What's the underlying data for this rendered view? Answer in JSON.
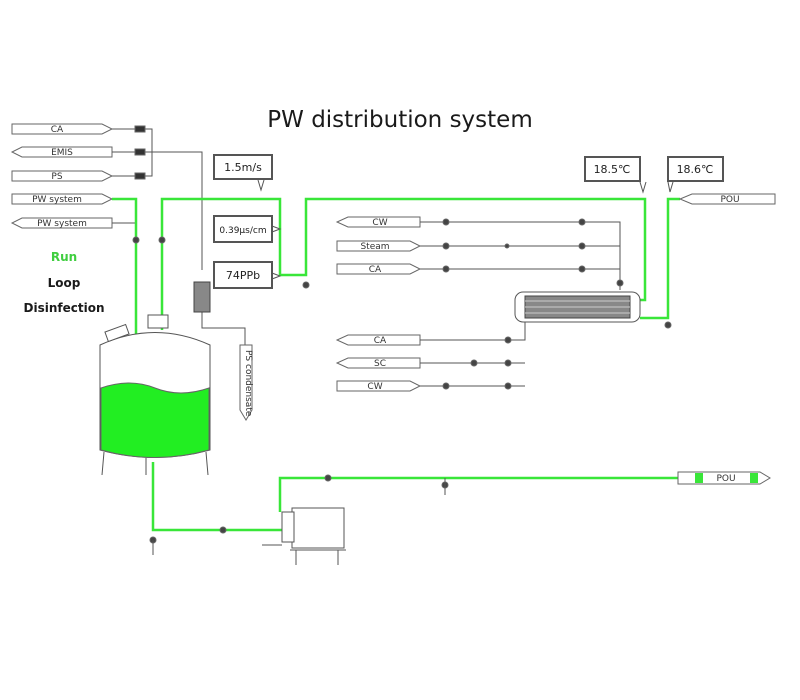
{
  "title": "PW distribution system",
  "modes": [
    {
      "label": "Run",
      "active": true
    },
    {
      "label": "Loop",
      "active": false
    },
    {
      "label": "Disinfection",
      "active": false
    }
  ],
  "left_connections": [
    "CA",
    "EMIS",
    "PS",
    "PW system",
    "PW system"
  ],
  "instruments": {
    "flow": "1.5m/s",
    "conductivity": "0.39μs/cm",
    "toc": "74PPb",
    "temp_supply": "18.5℃",
    "temp_return": "18.6℃"
  },
  "hx_supply_lines": [
    "CW",
    "Steam",
    "CA"
  ],
  "hx_return_lines": [
    "CA",
    "SC",
    "CW"
  ],
  "pou_top": "POU",
  "pou_bottom": "POU",
  "ps_condensate": "PS condensate",
  "colors": {
    "active_pipe": "#39e639",
    "tank_fill": "#22ee22",
    "line": "#555555",
    "run_text": "#3fce3f"
  }
}
